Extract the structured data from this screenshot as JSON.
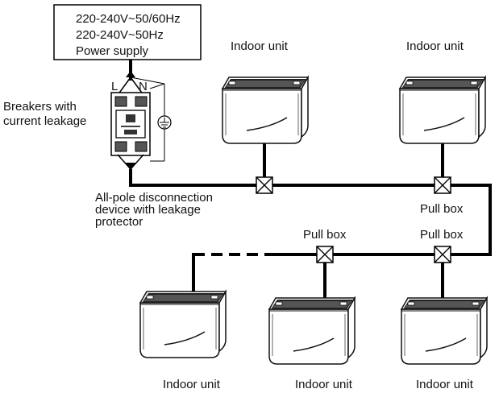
{
  "power_box": {
    "lines": [
      "220-240V~50/60Hz",
      "220-240V~50Hz",
      "Power supply"
    ]
  },
  "breaker": {
    "terminal_l": "L",
    "terminal_n": "N",
    "label_line1": "Breakers with",
    "label_line2": "current leakage"
  },
  "disconnect_note": {
    "line1": "All-pole disconnection",
    "line2": "device with leakage",
    "line3": "protector"
  },
  "pull_box_label": "Pull box",
  "indoor_unit_label": "Indoor unit",
  "colors": {
    "line": "#000000",
    "unit_stroke": "#111111",
    "unit_fill": "#ffffff"
  }
}
